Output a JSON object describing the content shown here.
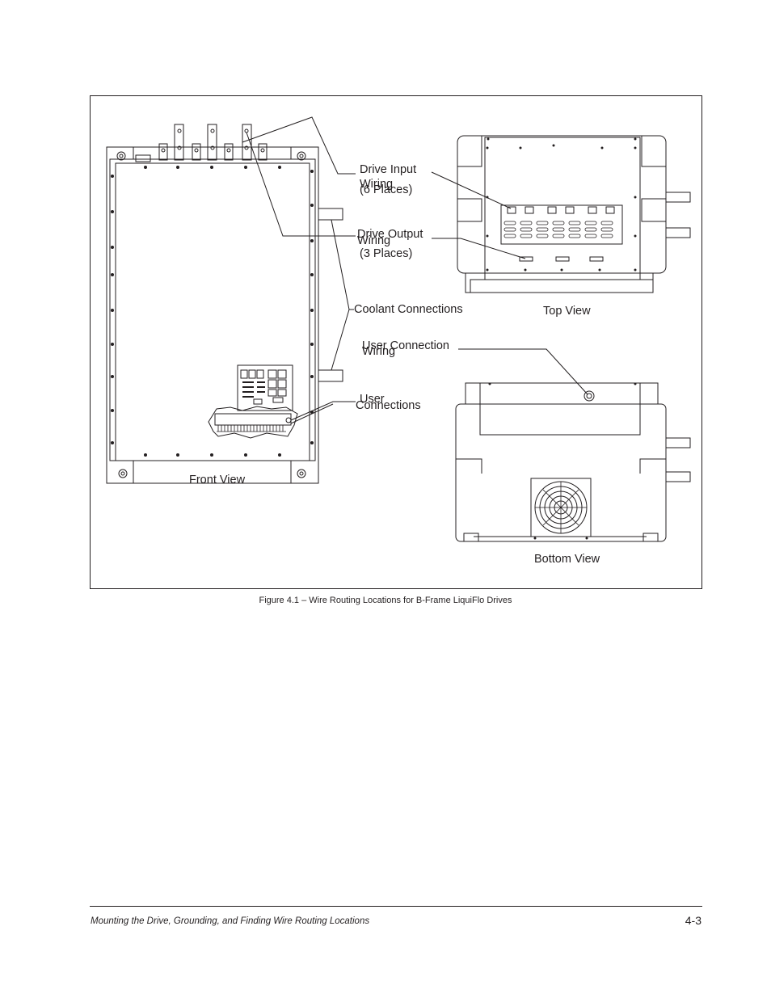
{
  "figure": {
    "labels": {
      "drive_input_line1": "Drive Input",
      "drive_input_line2": "Wiring",
      "drive_input_line3": "(6 Places)",
      "drive_output_line1": "Drive Output",
      "drive_output_line2": "Wiring",
      "drive_output_line3": "(3 Places)",
      "coolant": "Coolant Connections",
      "user_conn_wiring_line1": "User Connection",
      "user_conn_wiring_line2": "Wiring",
      "user_connections_line1": "User",
      "user_connections_line2": "Connections",
      "front_view": "Front View",
      "top_view": "Top View",
      "bottom_view": "Bottom View"
    },
    "caption": "Figure 4.1 – Wire Routing Locations for B-Frame LiquiFlo Drives"
  },
  "footer": {
    "section_title": "Mounting the Drive, Grounding, and Finding Wire Routing Locations",
    "page_number": "4-3"
  }
}
